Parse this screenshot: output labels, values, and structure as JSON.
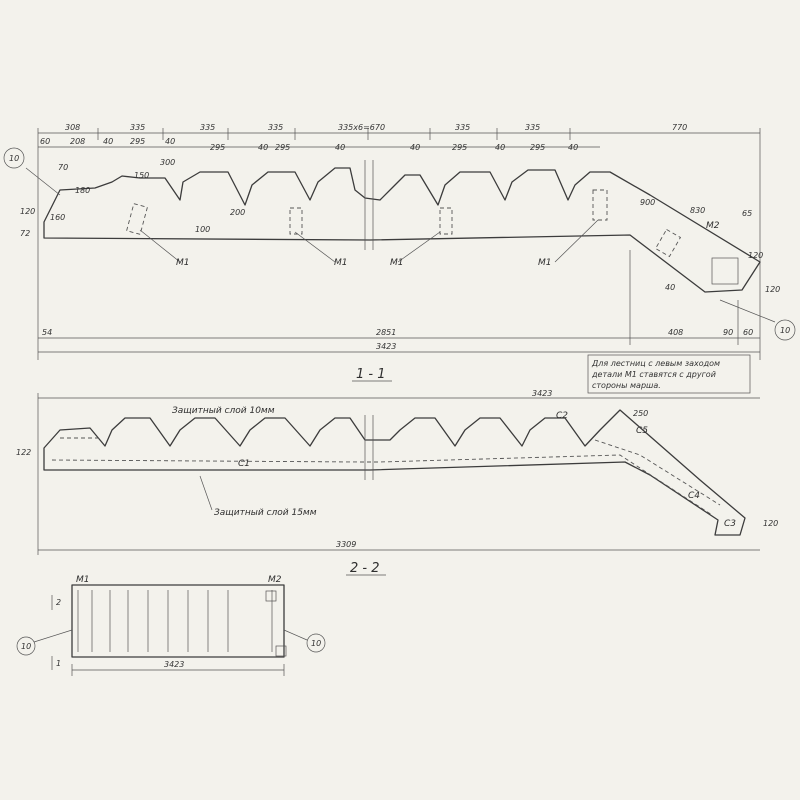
{
  "sections": {
    "s11": "1 - 1",
    "s22": "2 - 2"
  },
  "note": {
    "line1": "Для лестниц с левым заходом",
    "line2": "детали М1 ставятся с другой",
    "line3": "стороны марша."
  },
  "top_dims": {
    "d308": "308",
    "d335a": "335",
    "d335b": "335",
    "d335c": "335",
    "d335x6": "335х6=670",
    "d335d": "335",
    "d335e": "335",
    "d770": "770"
  },
  "sub_dims": {
    "s60": "60",
    "s208": "208",
    "s40a": "40",
    "s295a": "295",
    "s40b": "40",
    "s295b": "295",
    "s40c": "40",
    "s295c": "295",
    "s40d": "40",
    "s40e": "40",
    "s295d": "295",
    "s40f": "40",
    "s295e": "295",
    "s40g": "40"
  },
  "misc_dims": {
    "d180": "180",
    "d70": "70",
    "d150": "150",
    "d160": "160",
    "d300": "300",
    "d200": "200",
    "d100": "100",
    "d900": "900",
    "d830": "830",
    "d65": "65",
    "d120a": "120",
    "d120b": "120",
    "d120c": "120",
    "d72": "72",
    "d54": "54",
    "d2851": "2851",
    "d3423a": "3423",
    "d408": "408",
    "d90": "90",
    "d60": "60",
    "d40": "40"
  },
  "labels": {
    "m1a": "М1",
    "m1b": "М1",
    "m1c": "М1",
    "m1d": "М1",
    "m2": "М2",
    "callout10a": "10",
    "callout10b": "10",
    "callout10c": "10",
    "callout10d": "10"
  },
  "section2": {
    "width": "3423",
    "protect10": "Защитный слой 10мм",
    "protect15": "Защитный слой 15мм",
    "c1": "С1",
    "c2": "С2",
    "c4": "С4",
    "c5": "С5",
    "c3": "С3",
    "d250": "250",
    "d122": "122",
    "d120": "120",
    "d3309": "3309"
  },
  "plan": {
    "m1": "М1",
    "m2": "М2",
    "width": "3423",
    "mark2": "2",
    "mark1": "1"
  }
}
